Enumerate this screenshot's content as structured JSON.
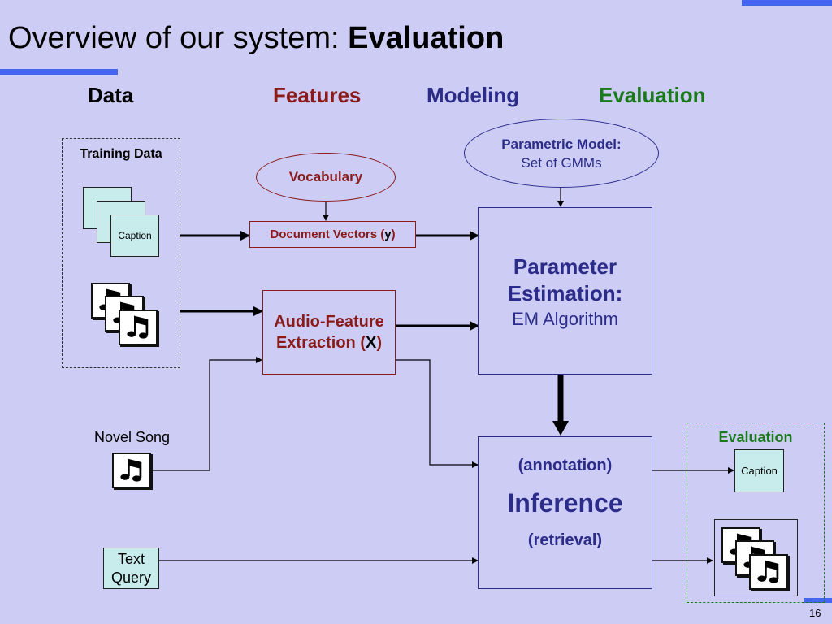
{
  "slide": {
    "title_prefix": "Overview of our system: ",
    "title_bold": "Evaluation",
    "page_number": "16"
  },
  "headers": {
    "data": "Data",
    "features": "Features",
    "modeling": "Modeling",
    "evaluation": "Evaluation"
  },
  "training": {
    "label": "Training Data",
    "caption": "Caption"
  },
  "vocabulary": "Vocabulary",
  "doc_vectors": {
    "text": "Document Vectors (",
    "var": "y",
    "close": ")"
  },
  "audio_feature": {
    "line1": "Audio-Feature",
    "line2_prefix": "Extraction (",
    "var": "X",
    "close": ")"
  },
  "parametric_model": {
    "line1": "Parametric Model:",
    "line2": "Set of GMMs"
  },
  "estimation": {
    "line1": "Parameter",
    "line2": "Estimation:",
    "line3": "EM Algorithm"
  },
  "inference": {
    "annotation": "(annotation)",
    "title": "Inference",
    "retrieval": "(retrieval)"
  },
  "novel_song": "Novel Song",
  "text_query": {
    "line1": "Text",
    "line2": "Query"
  },
  "evaluation_panel": {
    "label": "Evaluation",
    "caption": "Caption"
  },
  "colors": {
    "background": "#ccccf4",
    "accent_bar": "#4466ee",
    "features": "#8b1a1a",
    "modeling": "#2b2b8a",
    "evaluation": "#1a7a1a"
  }
}
